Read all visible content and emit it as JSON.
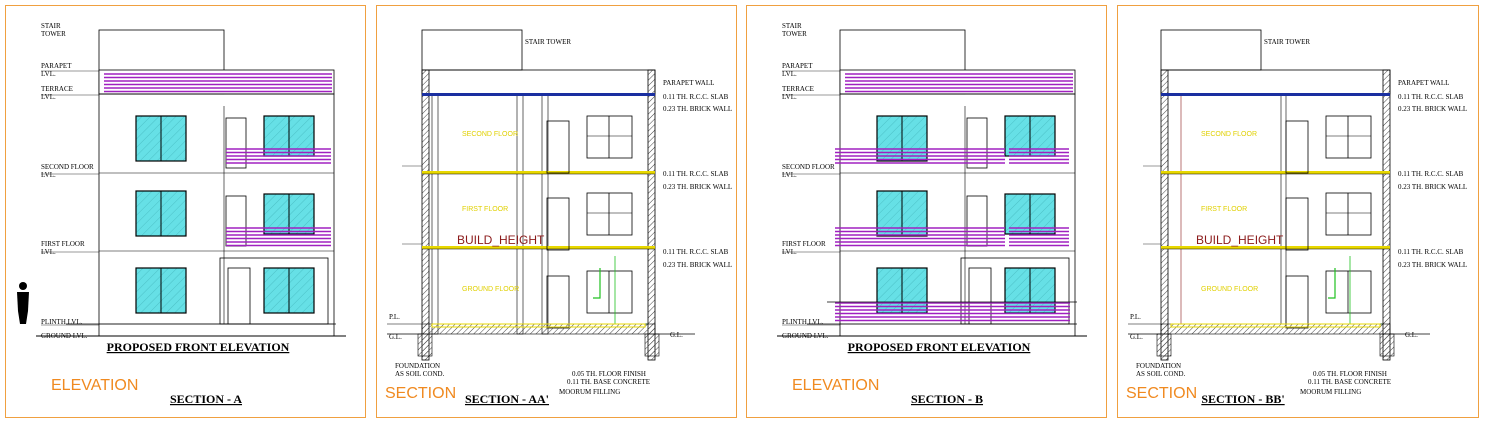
{
  "panels": [
    {
      "type": "elevation",
      "kind_label": "ELEVATION",
      "section_title": "SECTION - A",
      "elevation_title": "PROPOSED FRONT ELEVATION"
    },
    {
      "type": "section",
      "kind_label": "SECTION",
      "section_title": "SECTION - AA'"
    },
    {
      "type": "elevation",
      "kind_label": "ELEVATION",
      "section_title": "SECTION - B",
      "elevation_title": "PROPOSED FRONT ELEVATION"
    },
    {
      "type": "section",
      "kind_label": "SECTION",
      "section_title": "SECTION - BB'"
    }
  ],
  "levels": {
    "stair_tower": [
      "STAIR",
      "TOWER"
    ],
    "parapet": [
      "PARAPET",
      "LVL."
    ],
    "terrace": [
      "TERRACE",
      "LVL."
    ],
    "second": [
      "SECOND FLOOR",
      "LVL."
    ],
    "first": [
      "FIRST FLOOR",
      "LVL."
    ],
    "plinth": "PLINTH LVL.",
    "ground": "GROUND LVL."
  },
  "section_labels": {
    "stair_tower": "STAIR TOWER",
    "parapet_wall": "PARAPET WALL",
    "slab": "0.11 TH. R.C.C. SLAB",
    "brick_wall": "0.23 TH. BRICK WALL",
    "pl": "P.L.",
    "gl": "G.L.",
    "foundation": [
      "FOUNDATION",
      "AS SOIL COND."
    ],
    "floor_finish": "0.05 TH. FLOOR FINISH",
    "base_concrete": "0.11 TH. BASE CONCRETE",
    "moorum": "MOORUM FILLING",
    "build_height": "BUILD_HEIGHT",
    "second_floor_room": "SECOND FLOOR",
    "first_floor_room": "FIRST FLOOR",
    "ground_floor_room": "GROUND FLOOR"
  },
  "colors": {
    "frame": "#f0a040",
    "glass": "#66e0e6",
    "balcony": "#a020c0",
    "slab_blue": "#1a2fa0",
    "slab_yellow": "#e8d800",
    "build_height": "#8b1a1a",
    "green": "#20c020"
  }
}
